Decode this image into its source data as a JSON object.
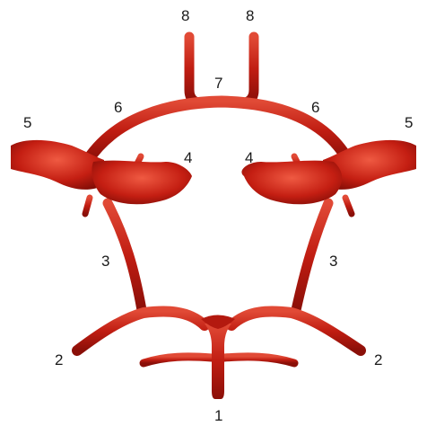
{
  "colors": {
    "vessel_fill": "#c01d12",
    "vessel_mid": "#d93a2a",
    "vessel_dark": "#7e0c06",
    "background": "#ffffff",
    "label": "#1a1a1a"
  },
  "labels": {
    "l1": "1",
    "l2_left": "2",
    "l2_right": "2",
    "l3_left": "3",
    "l3_right": "3",
    "l4_left": "4",
    "l4_right": "4",
    "l5_left": "5",
    "l5_right": "5",
    "l6_left": "6",
    "l6_right": "6",
    "l7": "7",
    "l8_left": "8",
    "l8_right": "8"
  }
}
